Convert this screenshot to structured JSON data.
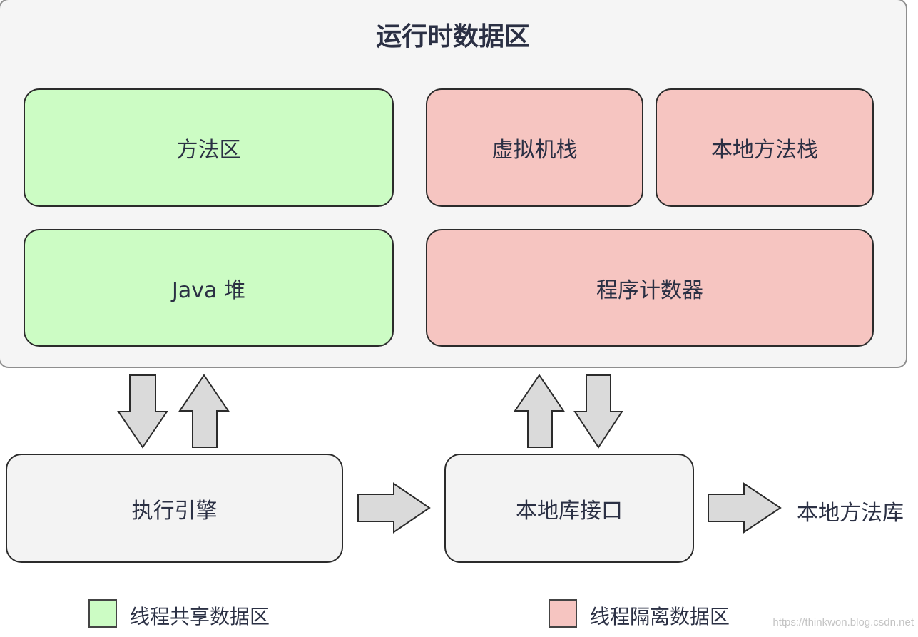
{
  "runtime_area": {
    "title": "运行时数据区"
  },
  "blocks": {
    "method_area": "方法区",
    "vm_stack": "虚拟机栈",
    "native_method_stack": "本地方法栈",
    "java_heap": "Java 堆",
    "program_counter": "程序计数器",
    "execution_engine": "执行引擎",
    "native_interface": "本地库接口",
    "native_library": "本地方法库"
  },
  "legend": {
    "shared": {
      "label": "线程共享数据区",
      "color": "#ccfcc4"
    },
    "isolated": {
      "label": "线程隔离数据区",
      "color": "#f6c5c1"
    }
  },
  "watermark": "https://thinkwon.blog.csdn.net",
  "colors": {
    "arrow_fill": "#dadada",
    "arrow_stroke": "#2b2b2b",
    "container_fill": "#f5f5f5"
  }
}
